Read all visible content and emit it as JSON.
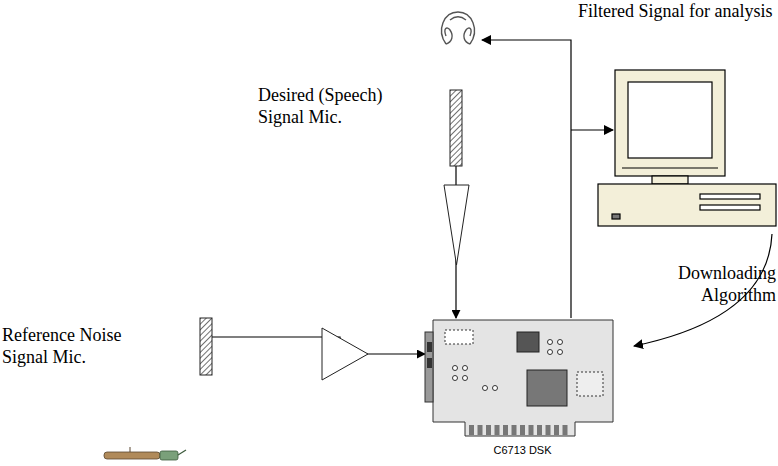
{
  "diagram": {
    "nodes": [
      {
        "text": [
          "Desired (Speech) Signal Mic."
        ]
      },
      {
        "text": [
          "Reference Noise Signal Mic."
        ]
      },
      {
        "text": [
          "C6713 DSK"
        ]
      }
    ],
    "edges": [
      {
        "from": 0,
        "to": 2,
        "arrow": "to"
      },
      {
        "from": 1,
        "to": 2,
        "arrow": "to"
      }
    ],
    "labels": [
      "Filtered Signal for analysis",
      "Downloading Algorithm"
    ]
  }
}
